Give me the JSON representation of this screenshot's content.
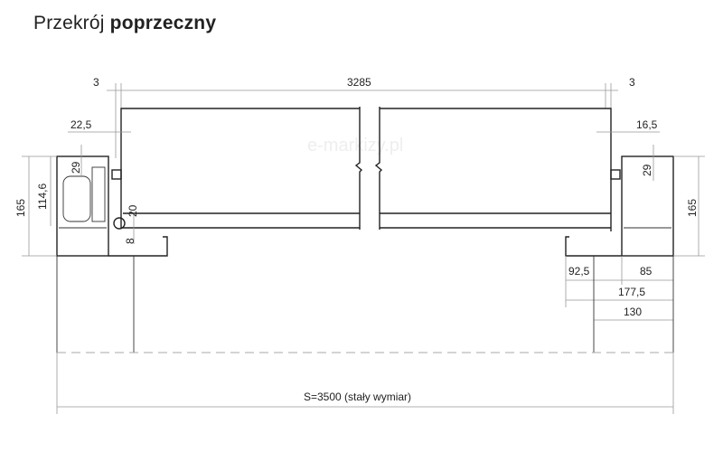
{
  "title": {
    "light": "Przekrój",
    "bold": "poprzeczny"
  },
  "watermark": "e-markizy.pl",
  "dimensions": {
    "top_left_gap": "3",
    "fabric_width": "3285",
    "top_right_gap": "3",
    "left_offset": "22,5",
    "right_offset": "16,5",
    "left_height": "165",
    "left_inner_height": "114,6",
    "left_axis": "29",
    "roller_offset": "20",
    "bar_offset": "8",
    "right_axis": "29",
    "right_height": "165",
    "right_92": "92,5",
    "right_85": "85",
    "right_177": "177,5",
    "right_130": "130",
    "total": "S=3500 (stały wymiar)"
  }
}
